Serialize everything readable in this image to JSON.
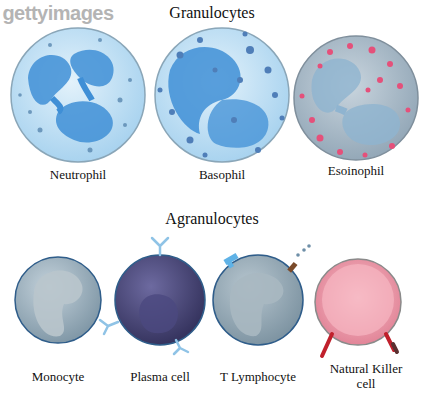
{
  "diagram": {
    "labels": [
      "gettyimages",
      "Granulocytes",
      "Neutrophil",
      "Basophil",
      "Esoinophil",
      "Agranulocytes",
      "Monocyte",
      "Plasma cell",
      "T Lymphocyte",
      "Natural Killer cell"
    ]
  }
}
